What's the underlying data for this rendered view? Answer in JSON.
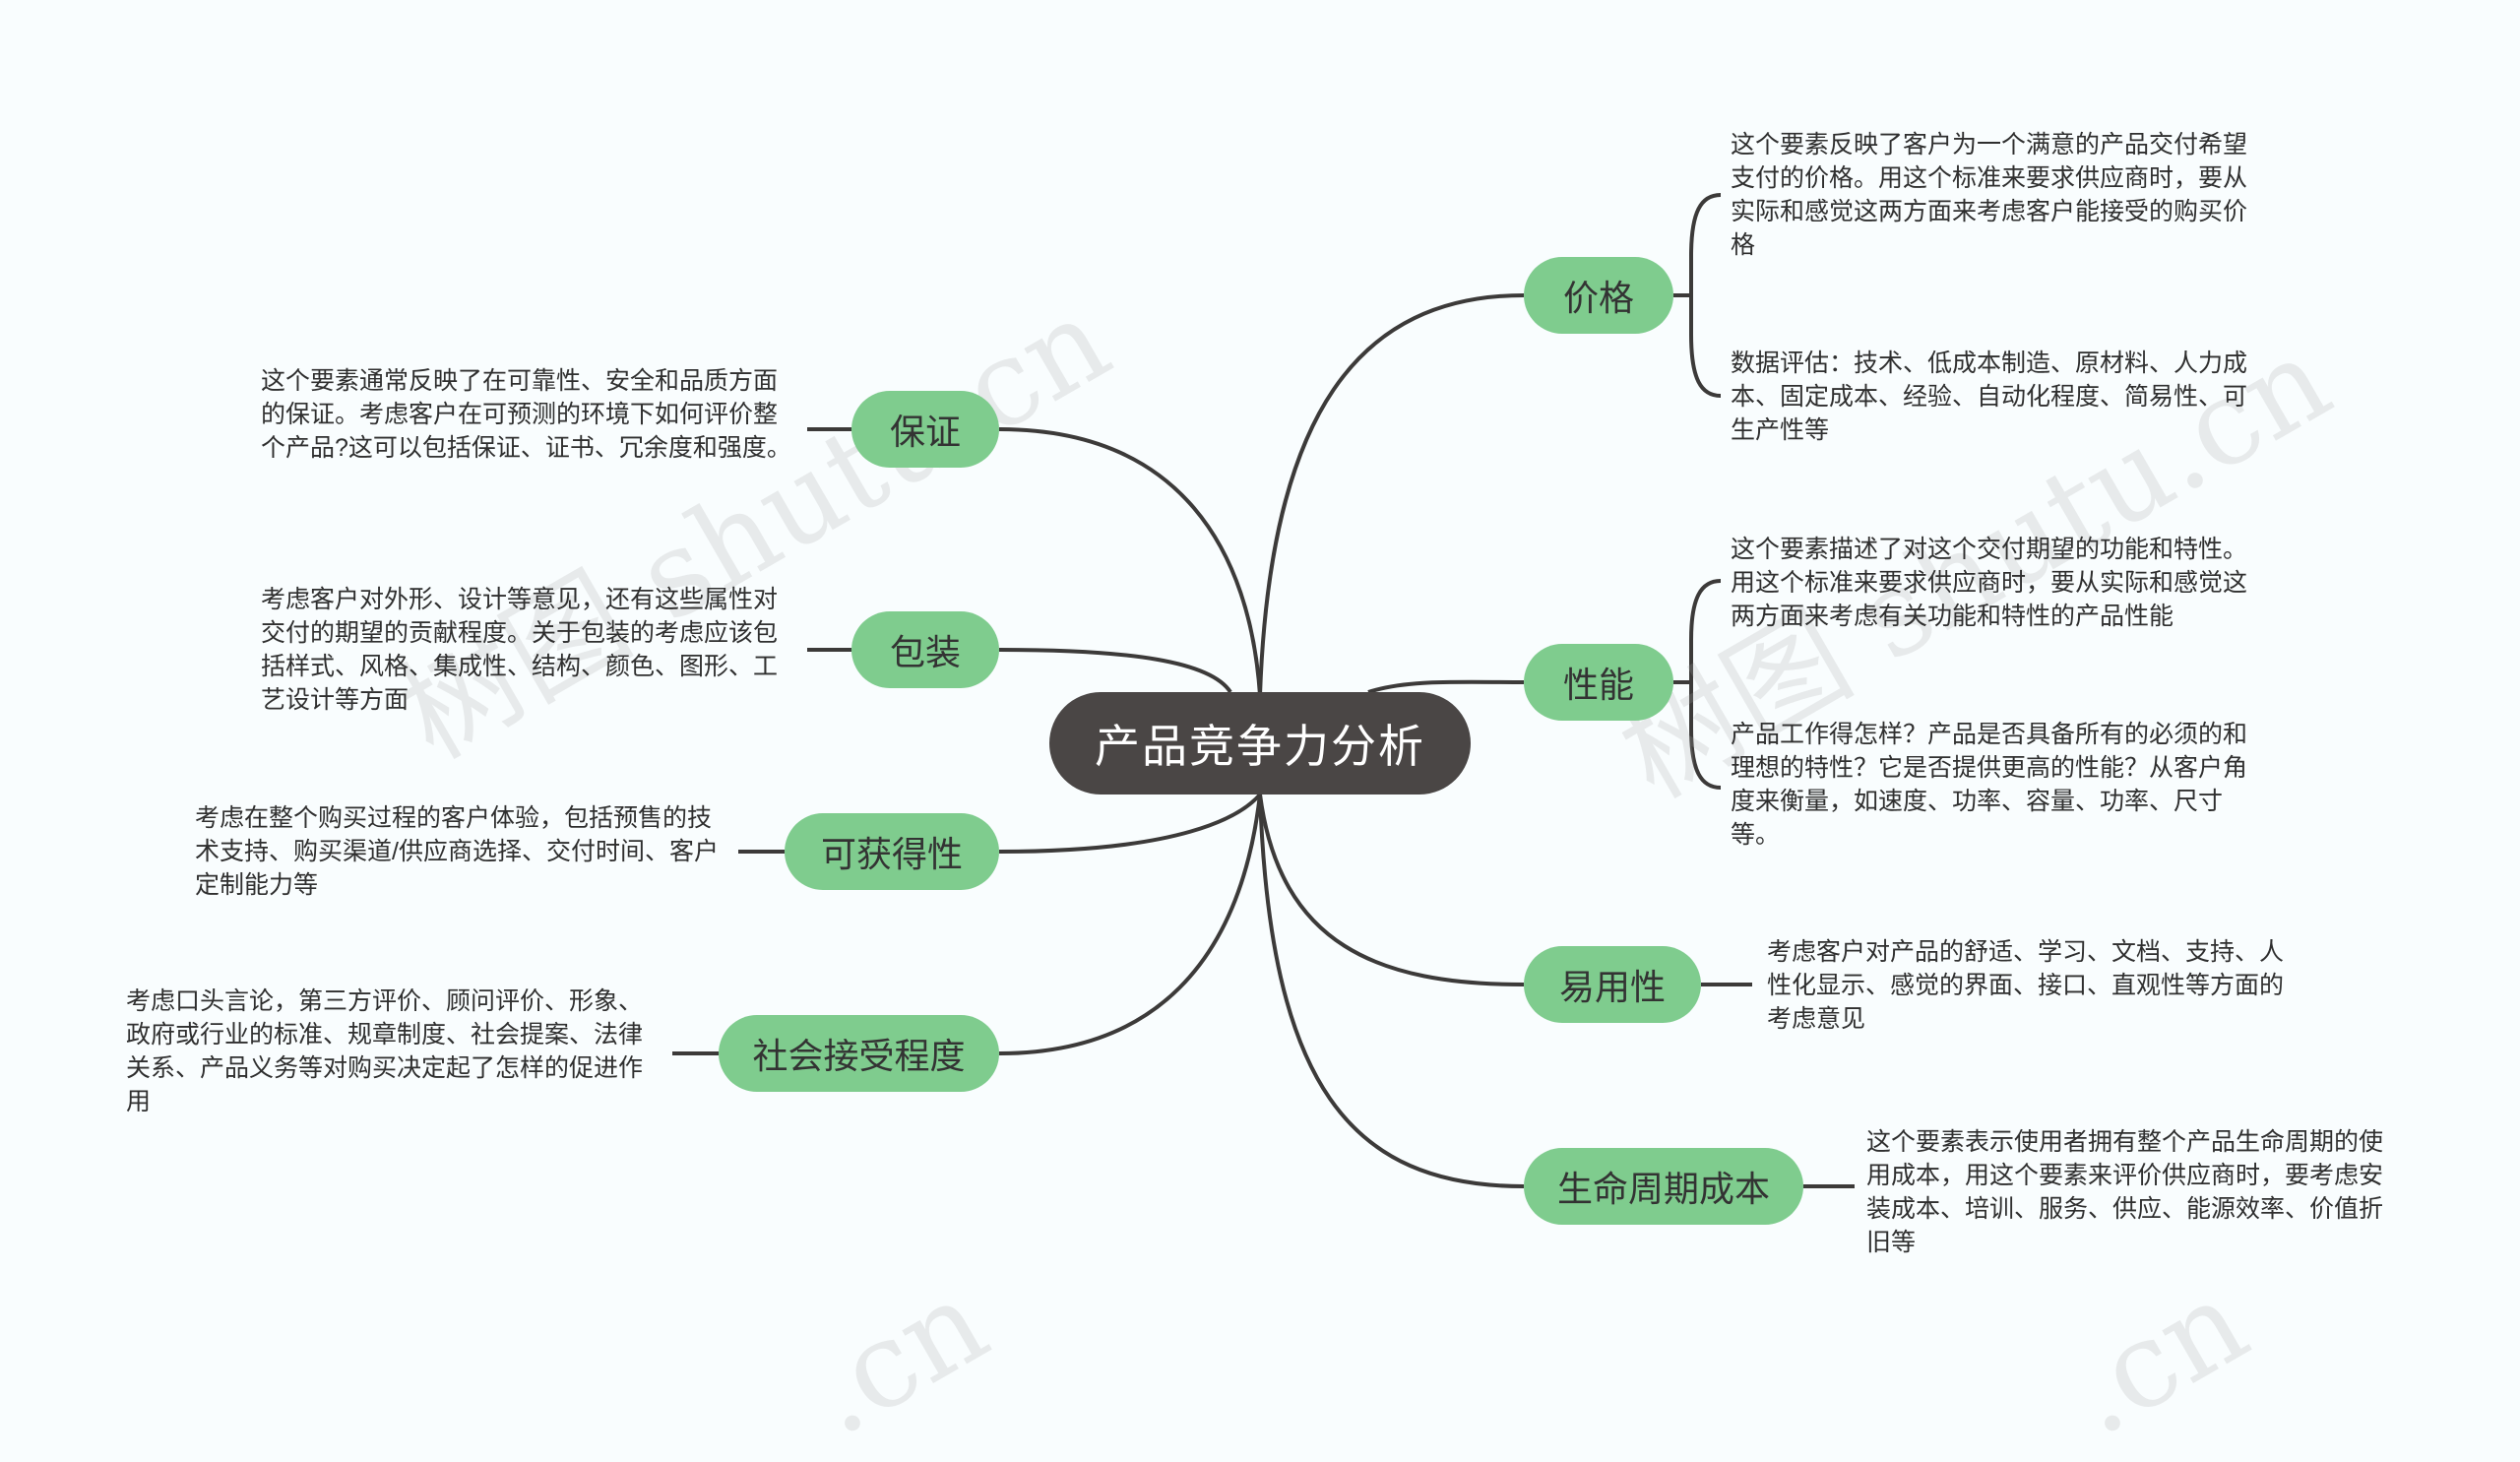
{
  "root": {
    "label": "产品竞争力分析"
  },
  "branches": {
    "price": {
      "label": "价格"
    },
    "perf": {
      "label": "性能"
    },
    "ease": {
      "label": "易用性"
    },
    "lifecycle": {
      "label": "生命周期成本"
    },
    "warranty": {
      "label": "保证"
    },
    "package": {
      "label": "包装"
    },
    "avail": {
      "label": "可获得性"
    },
    "social": {
      "label": "社会接受程度"
    }
  },
  "leaves": {
    "price_1": "这个要素反映了客户为一个满意的产品交付希望支付的价格。用这个标准来要求供应商时，要从实际和感觉这两方面来考虑客户能接受的购买价格",
    "price_2": "数据评估：技术、低成本制造、原材料、人力成本、固定成本、经验、自动化程度、简易性、可生产性等",
    "perf_1": "这个要素描述了对这个交付期望的功能和特性。用这个标准来要求供应商时，要从实际和感觉这两方面来考虑有关功能和特性的产品性能",
    "perf_2": "产品工作得怎样？产品是否具备所有的必须的和理想的特性？它是否提供更高的性能？从客户角度来衡量，如速度、功率、容量、功率、尺寸等。",
    "ease_1": "考虑客户对产品的舒适、学习、文档、支持、人性化显示、感觉的界面、接口、直观性等方面的考虑意见",
    "lifecycle_1": "这个要素表示使用者拥有整个产品生命周期的使用成本，用这个要素来评价供应商时，要考虑安装成本、培训、服务、供应、能源效率、价值折旧等",
    "warranty_1": "这个要素通常反映了在可靠性、安全和品质方面的保证。考虑客户在可预测的环境下如何评价整个产品?这可以包括保证、证书、冗余度和强度。",
    "package_1": "考虑客户对外形、设计等意见，还有这些属性对交付的期望的贡献程度。关于包装的考虑应该包括样式、风格、集成性、结构、颜色、图形、工艺设计等方面",
    "avail_1": "考虑在整个购买过程的客户体验，包括预售的技术支持、购买渠道/供应商选择、交付时间、客户定制能力等",
    "social_1": "考虑口头言论，第三方评价、顾问评价、形象、政府或行业的标准、规章制度、社会提案、法律关系、产品义务等对购买决定起了怎样的促进作用"
  },
  "watermarks": [
    "树图 shutu.cn",
    "树图 shutu.cn",
    ".cn",
    ".cn"
  ],
  "colors": {
    "root": "#4a4645",
    "branch": "#7fcc8e",
    "line": "#3c3a39",
    "background": "#f9fdfe"
  }
}
